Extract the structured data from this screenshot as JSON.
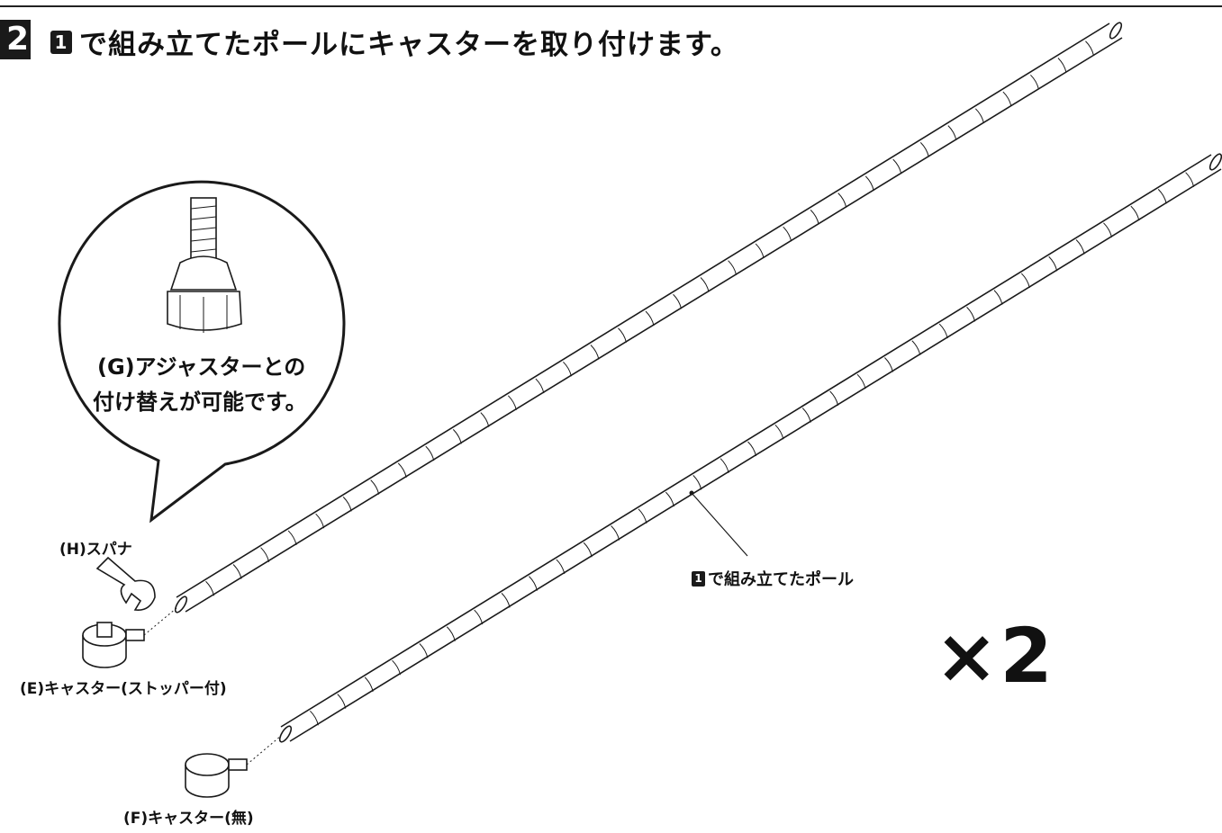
{
  "step": {
    "number": "2"
  },
  "heading": {
    "ref_number": "1",
    "text": "で組み立てたポールにキャスターを取り付けます。"
  },
  "bubble": {
    "line1": "(G)アジャスターとの",
    "line2": "付け替えが可能です。"
  },
  "labels": {
    "spanner": "(H)スパナ",
    "caster_stopper": "(E)キャスター(ストッパー付)",
    "caster_plain": "(F)キャスター(無)"
  },
  "callout": {
    "ref_number": "1",
    "text": "で組み立てたポール"
  },
  "multiplier": "×2",
  "icons": [
    "adjuster-icon",
    "spanner-icon",
    "caster-stopper-icon",
    "caster-plain-icon",
    "pole-icon"
  ],
  "colors": {
    "ink": "#1a1a1a",
    "paper": "#ffffff"
  }
}
